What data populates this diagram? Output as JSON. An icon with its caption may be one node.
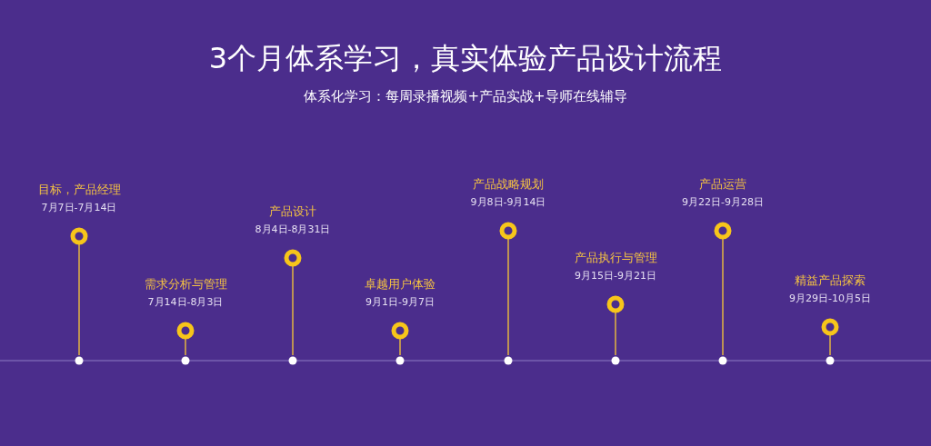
{
  "diagram": {
    "title": "3个月体系学习，真实体验产品设计流程",
    "labels": [
      "体系化学习：每周录播视频+产品实战+导师在线辅导",
      "目标，产品经理",
      "7月7日-7月14日",
      "需求分析与管理",
      "7月14日-8月3日",
      "产品设计",
      "8月4日-8月31日",
      "卓越用户体验",
      "9月1日-9月7日",
      "产品战略规划",
      "9月8日-9月14日",
      "产品执行与管理",
      "9月15日-9月21日",
      "产品运营",
      "9月22日-9月28日",
      "精益产品探索",
      "9月29日-10月5日"
    ]
  }
}
